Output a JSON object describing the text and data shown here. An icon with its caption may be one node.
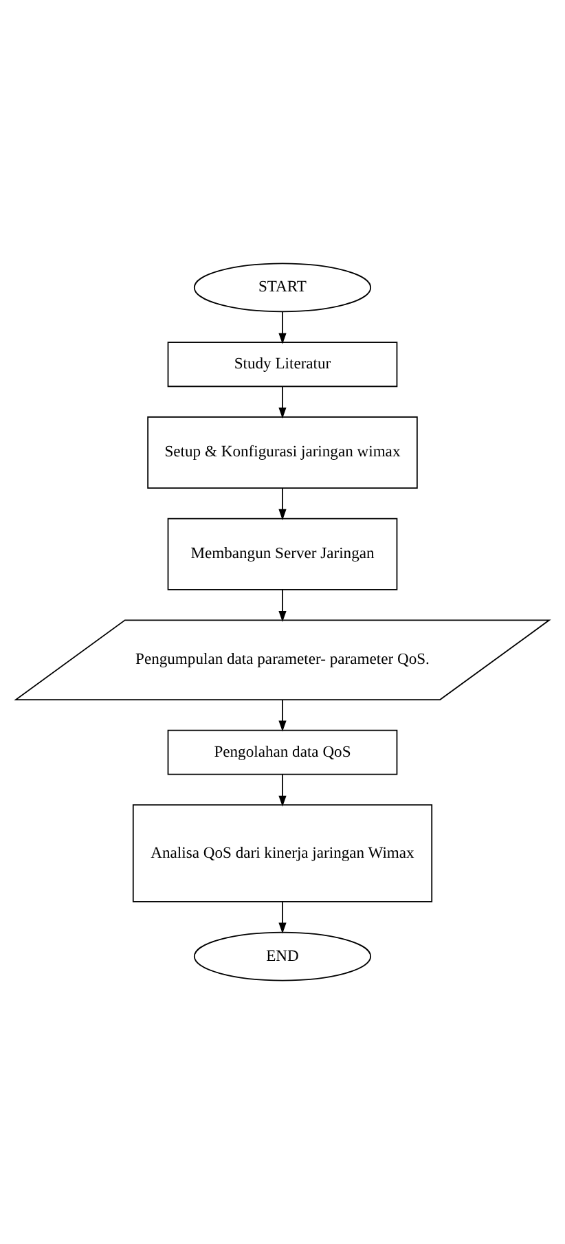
{
  "diagram": {
    "nodes": [
      {
        "text": [
          "START"
        ]
      },
      {
        "text": [
          "Study Literatur"
        ]
      },
      {
        "text": [
          "Setup & Konfigurasi jaringan wimax"
        ]
      },
      {
        "text": [
          "Membangun Server Jaringan"
        ]
      },
      {
        "text": [
          "Pengumpulan data parameter- parameter QoS."
        ]
      },
      {
        "text": [
          "Pengolahan data QoS"
        ]
      },
      {
        "text": [
          "Analisa QoS dari kinerja jaringan Wimax"
        ]
      },
      {
        "text": [
          "END"
        ]
      }
    ],
    "edges": [
      {
        "from": 0,
        "to": 1,
        "arrow": "to"
      },
      {
        "from": 1,
        "to": 2,
        "arrow": "to"
      },
      {
        "from": 2,
        "to": 3,
        "arrow": "to"
      },
      {
        "from": 3,
        "to": 4,
        "arrow": "to"
      },
      {
        "from": 4,
        "to": 5,
        "arrow": "to"
      },
      {
        "from": 5,
        "to": 6,
        "arrow": "to"
      },
      {
        "from": 6,
        "to": 7,
        "arrow": "to"
      }
    ]
  }
}
